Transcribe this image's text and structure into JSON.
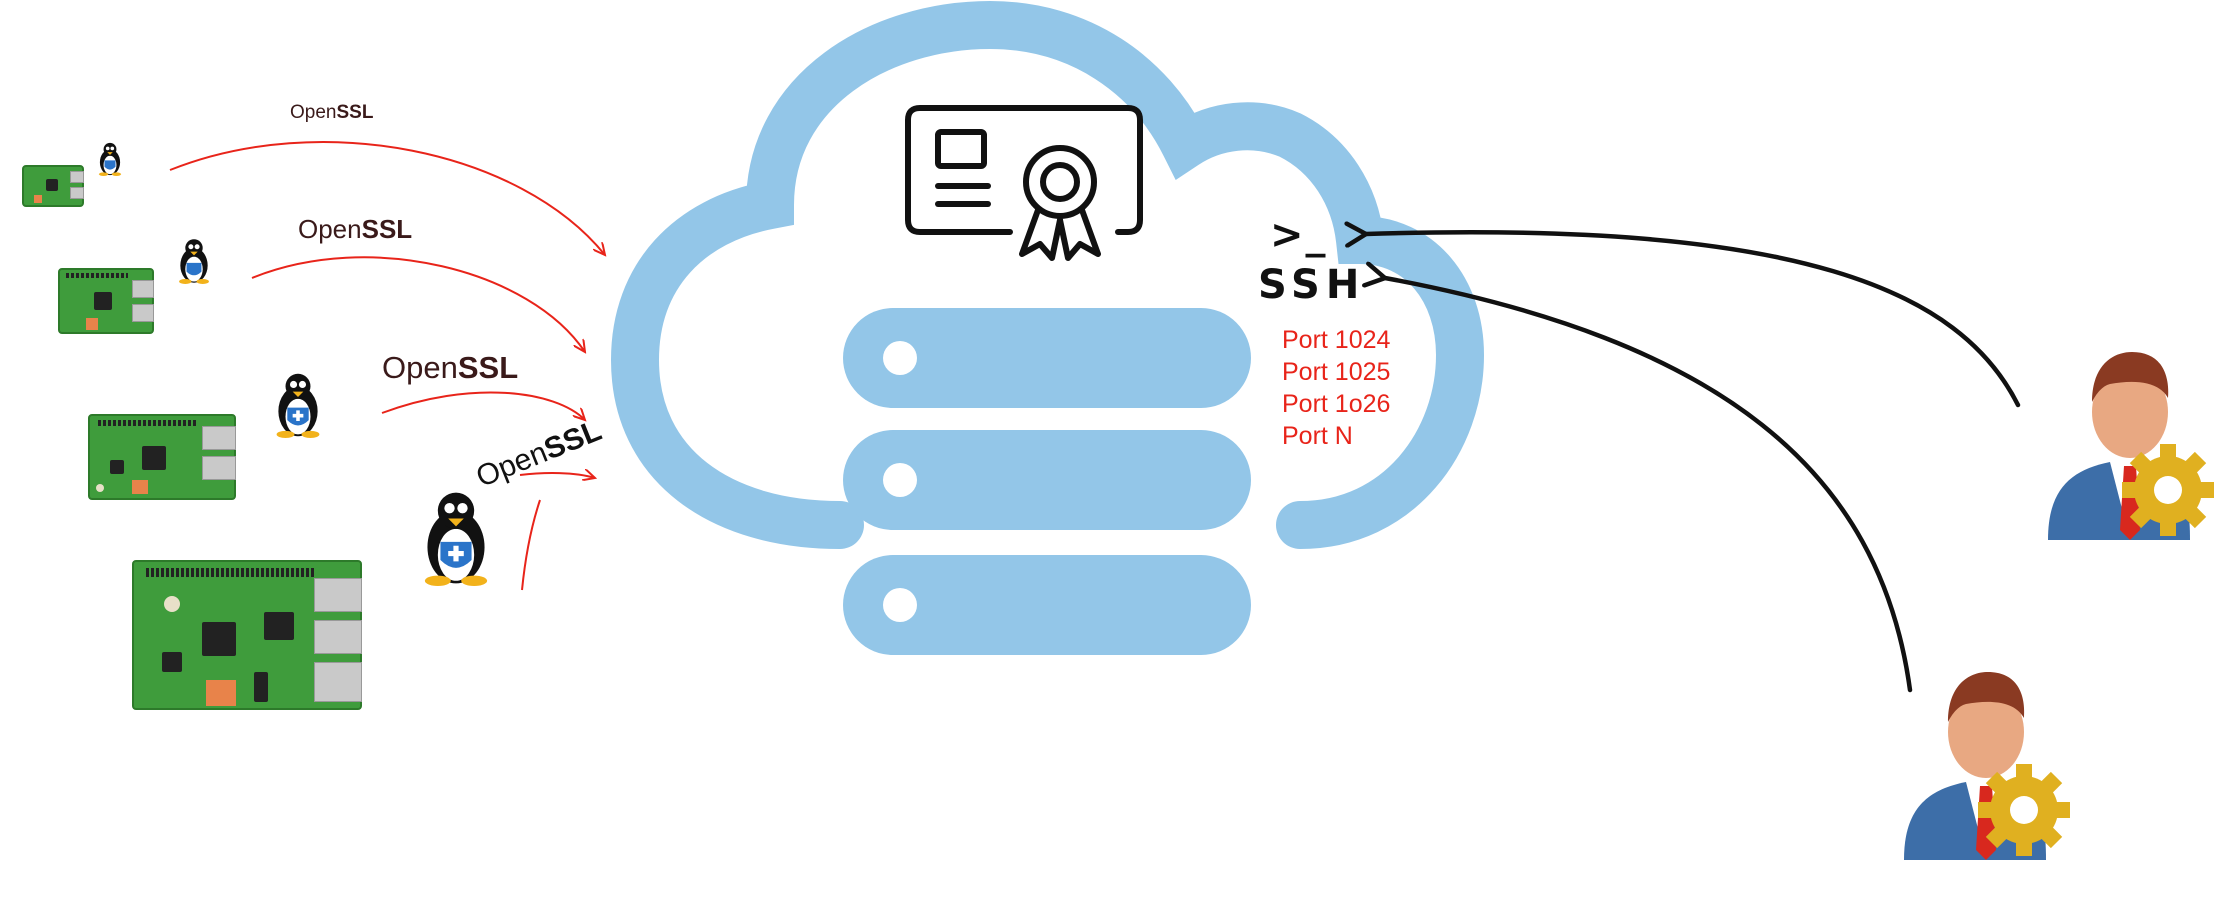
{
  "openssl_labels": [
    {
      "prefix": "Open",
      "bold": "SSL"
    },
    {
      "prefix": "Open",
      "bold": "SSL"
    },
    {
      "prefix": "Open",
      "bold": "SSL"
    },
    {
      "prefix": "Open",
      "bold": "SSL"
    }
  ],
  "ssh": {
    "prompt": ">_",
    "label": "SSH",
    "ports": [
      "Port 1024",
      "Port 1025",
      "Port 1o26",
      "Port N"
    ]
  },
  "colors": {
    "cloud": "#93c6e8",
    "arrow_red": "#e8241a",
    "arrow_black": "#111111",
    "port_text": "#e8241a"
  },
  "icons": {
    "device": "raspberry-pi-board",
    "os": "linux-tux-shield",
    "certificate": "certificate-icon",
    "server": "server-stack-icon",
    "user": "admin-user-gear-icon"
  }
}
